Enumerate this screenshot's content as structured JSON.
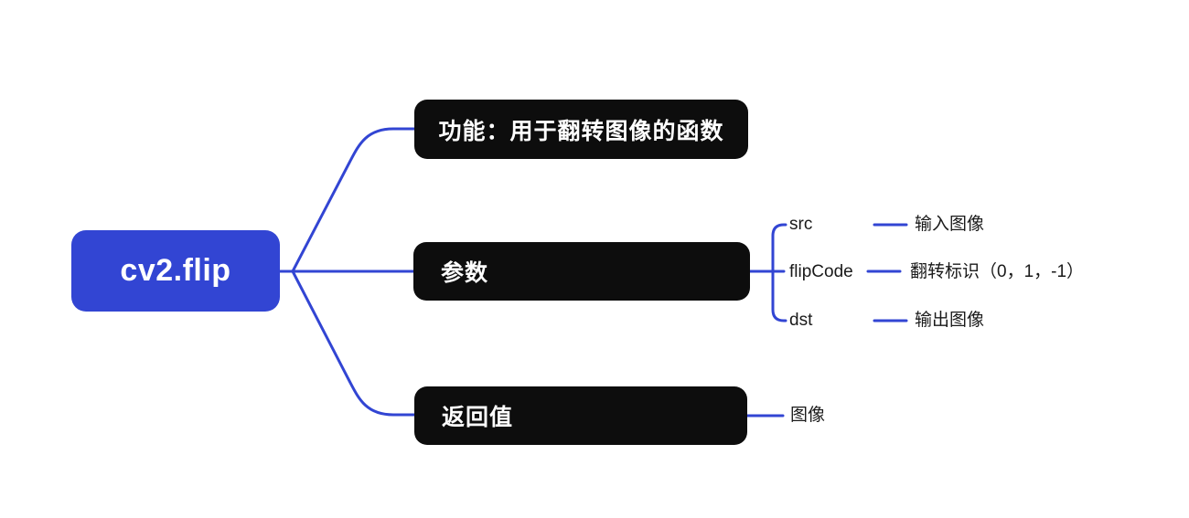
{
  "root": {
    "label": "cv2.flip"
  },
  "branches": [
    {
      "label": "功能：用于翻转图像的函数"
    },
    {
      "label": "参数",
      "children": [
        {
          "label": "src",
          "desc": "输入图像"
        },
        {
          "label": "flipCode",
          "desc": "翻转标识（0，1，-1）"
        },
        {
          "label": "dst",
          "desc": "输出图像"
        }
      ]
    },
    {
      "label": "返回值",
      "children": [
        {
          "label": "图像"
        }
      ]
    }
  ],
  "colors": {
    "accent_blue": "#3245D3",
    "node_black": "#0D0D0D",
    "node_text": "#FFFFFF",
    "leaf_text": "#1A1A1A",
    "background": "#FFFFFF"
  }
}
